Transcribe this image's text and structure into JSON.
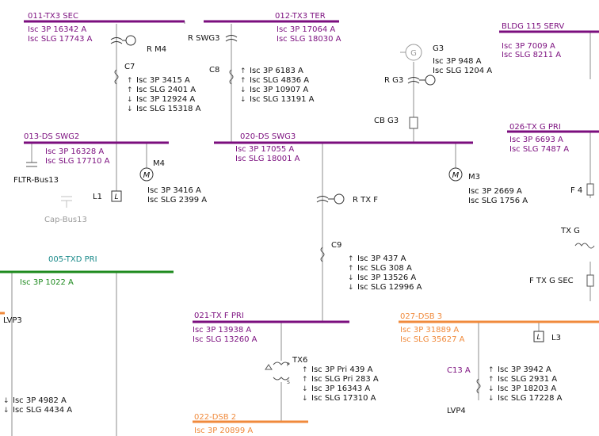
{
  "colors": {
    "bus_purple": "#7b0e7e",
    "bus_green": "#1e8a1e",
    "bus_orange": "#f08a3c",
    "teal_text": "#1a8a8a",
    "wire_gray": "#8c8c8c",
    "text_dark": "#111111",
    "faded": "#9a9a9a"
  },
  "buses": [
    {
      "name": "011-TX3 SEC",
      "color": "purple",
      "faults": [
        "Isc 3P 16342 A",
        "Isc SLG 17743 A"
      ]
    },
    {
      "name": "012-TX3 TER",
      "color": "purple",
      "faults": [
        "Isc 3P 17064 A",
        "Isc SLG 18030 A"
      ]
    },
    {
      "name": "BLDG 115 SERV",
      "color": "purple",
      "faults": [
        "Isc 3P 7009 A",
        "Isc SLG 8211 A"
      ]
    },
    {
      "name": "013-DS SWG2",
      "color": "purple",
      "faults": [
        "Isc 3P 16328 A",
        "Isc SLG 17710 A"
      ]
    },
    {
      "name": "020-DS SWG3",
      "color": "purple",
      "faults": [
        "Isc 3P 17055 A",
        "Isc SLG 18001 A"
      ]
    },
    {
      "name": "026-TX G PRI",
      "color": "purple",
      "faults": [
        "Isc 3P 6693 A",
        "Isc SLG 7487 A"
      ]
    },
    {
      "name": "005-TXD PRI",
      "color": "green",
      "faults": [
        "Isc 3P 1022 A"
      ]
    },
    {
      "name": "021-TX F PRI",
      "color": "purple",
      "faults": [
        "Isc 3P 13938 A",
        "Isc SLG 13260 A"
      ]
    },
    {
      "name": "027-DSB 3",
      "color": "orange",
      "faults": [
        "Isc 3P 31889 A",
        "Isc SLG 35627 A"
      ]
    },
    {
      "name": "022-DSB 2",
      "color": "orange",
      "faults": [
        "Isc 3P 20899 A"
      ]
    }
  ],
  "components": {
    "rm4": "R M4",
    "rswg3": "R SWG3",
    "g3": "G3",
    "rg3": "R G3",
    "cbg3": "CB G3",
    "m4": "M4",
    "m3": "M3",
    "l1": "L1",
    "l3": "L3",
    "fltr_bus13": "FLTR-Bus13",
    "cap_bus13": "Cap-Bus13",
    "rtxf": "R TX F",
    "f4": "F 4",
    "txg": "TX G",
    "ftxgsec": "F TX G SEC",
    "tx6": "TX6",
    "lvp3": "LVP3",
    "lvp4": "LVP4",
    "motor_symbol": "M",
    "load_symbol": "L",
    "gen_symbol": "G",
    "p_mark": "P",
    "s_mark": "S"
  },
  "cables": [
    {
      "name": "C7",
      "faults": [
        "Isc 3P 3415 A",
        "Isc SLG 2401 A",
        "Isc 3P 12924 A",
        "Isc SLG 15318 A"
      ]
    },
    {
      "name": "C8",
      "faults": [
        "Isc 3P 6183 A",
        "Isc SLG 4836 A",
        "Isc 3P 10907 A",
        "Isc SLG 13191 A"
      ]
    },
    {
      "name": "C9",
      "faults": [
        "Isc 3P 437 A",
        "Isc SLG 308 A",
        "Isc 3P 13526 A",
        "Isc SLG 12996 A"
      ]
    },
    {
      "name": "C13 A",
      "faults": [
        "Isc 3P 3942 A",
        "Isc SLG 2931 A",
        "Isc 3P 18203 A",
        "Isc SLG 17228 A"
      ]
    }
  ],
  "device_faults": {
    "g3": [
      "Isc 3P 948 A",
      "Isc SLG 1204 A"
    ],
    "m4": [
      "Isc 3P 3416 A",
      "Isc SLG 2399 A"
    ],
    "m3": [
      "Isc 3P 2669 A",
      "Isc SLG 1756 A"
    ],
    "tx6": [
      "Isc 3P Pri 439 A",
      "Isc SLG Pri 283 A",
      "Isc 3P 16343 A",
      "Isc SLG 17310 A"
    ],
    "lvp3": [
      "Isc 3P 4982 A",
      "Isc SLG 4434 A"
    ]
  },
  "arrows": {
    "up": "↑",
    "down": "↓"
  }
}
